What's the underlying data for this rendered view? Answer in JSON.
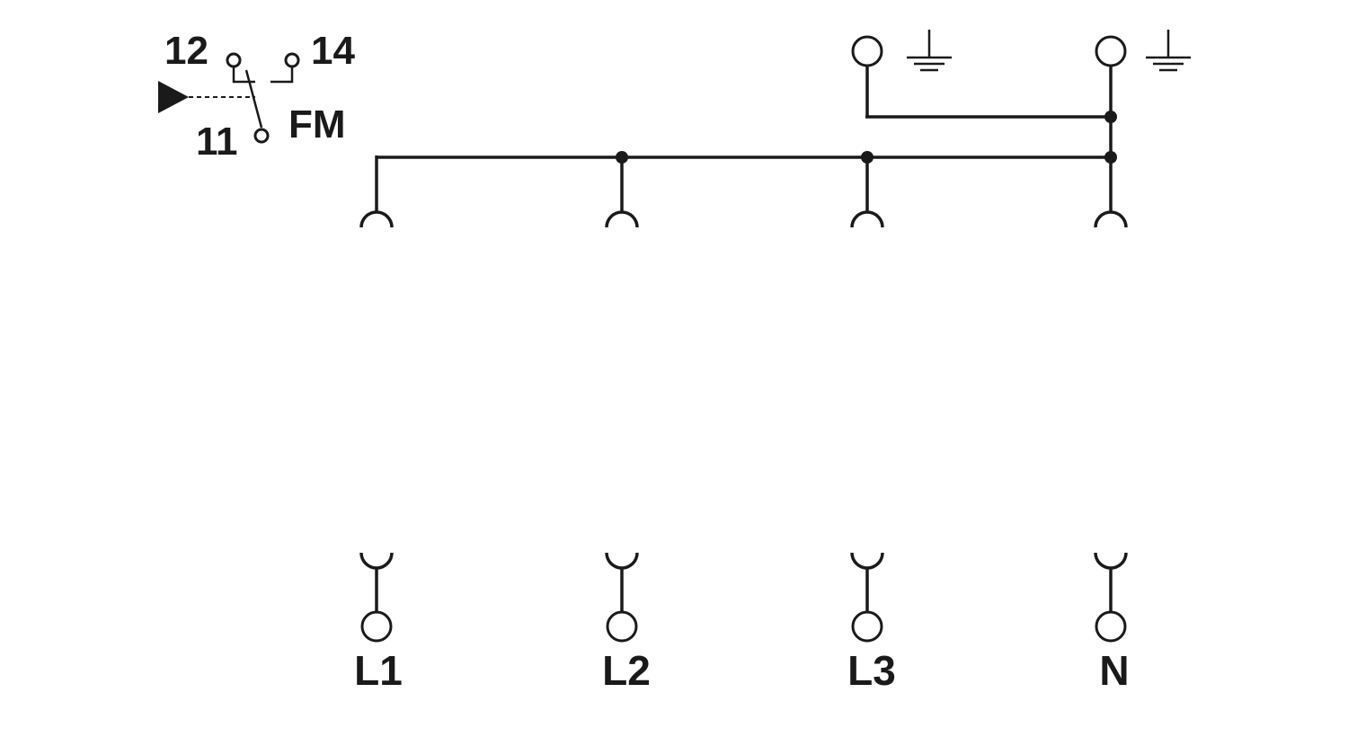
{
  "contact": {
    "pin_12": "12",
    "pin_14": "14",
    "pin_11": "11",
    "name": "FM"
  },
  "terminals": {
    "l1": "L1",
    "l2": "L2",
    "l3": "L3",
    "n": "N"
  }
}
